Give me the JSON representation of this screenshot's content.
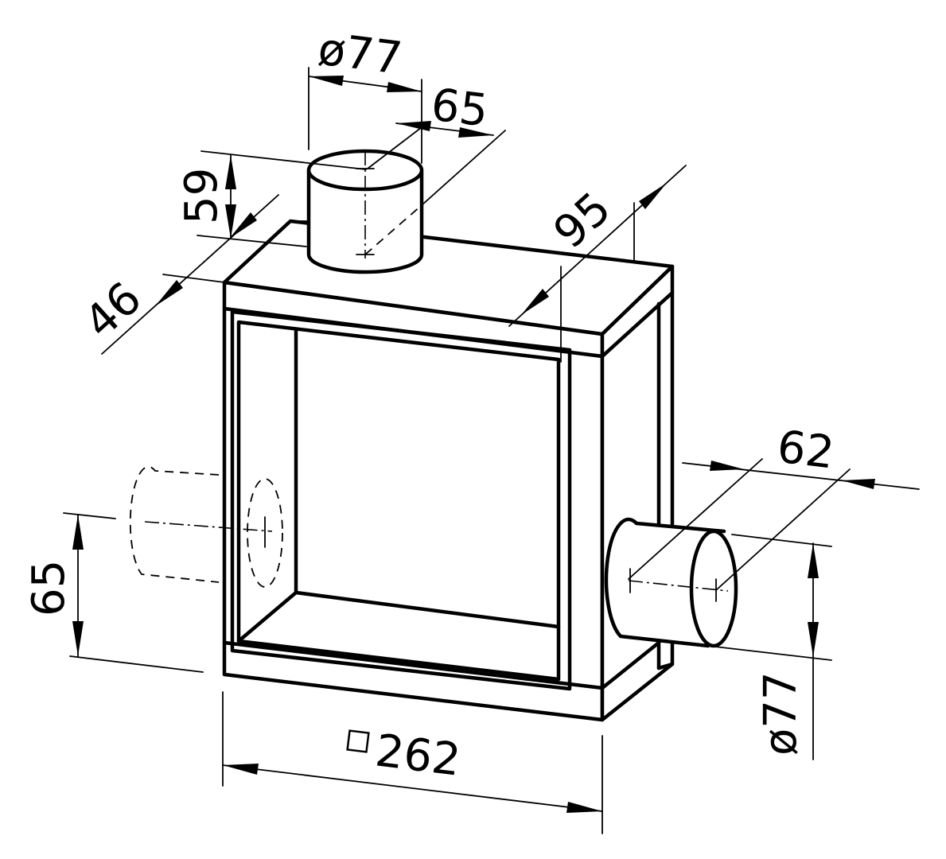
{
  "dimensions": {
    "top_pipe_diameter": "ø77",
    "top_pipe_offset": "65",
    "top_pipe_height": "59",
    "top_pipe_depth": "46",
    "box_depth": "95",
    "side_pipe_offset": "62",
    "side_pipe_diameter": "ø77",
    "hidden_pipe_height": "65",
    "box_width": "262"
  },
  "symbols": {
    "square_symbol": "square-section-symbol"
  }
}
